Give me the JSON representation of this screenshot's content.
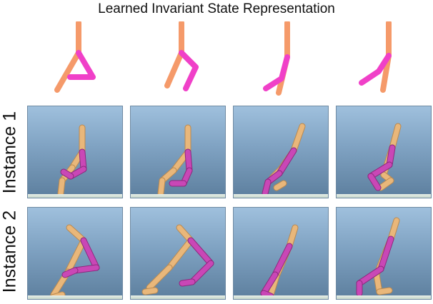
{
  "title": "Learned Invariant State Representation",
  "rows": [
    {
      "label": "Instance 1"
    },
    {
      "label": "Instance 2"
    }
  ],
  "colors": {
    "state_upper": "#f59a6a",
    "state_lower": "#f040c8",
    "limb_tan": "#e9b77a",
    "limb_tan_edge": "#b98a52",
    "limb_magenta": "#c947b6",
    "limb_magenta_edge": "#8c2a7e",
    "background_top": "#9fc0dd",
    "background_bottom": "#5d7f9e"
  }
}
